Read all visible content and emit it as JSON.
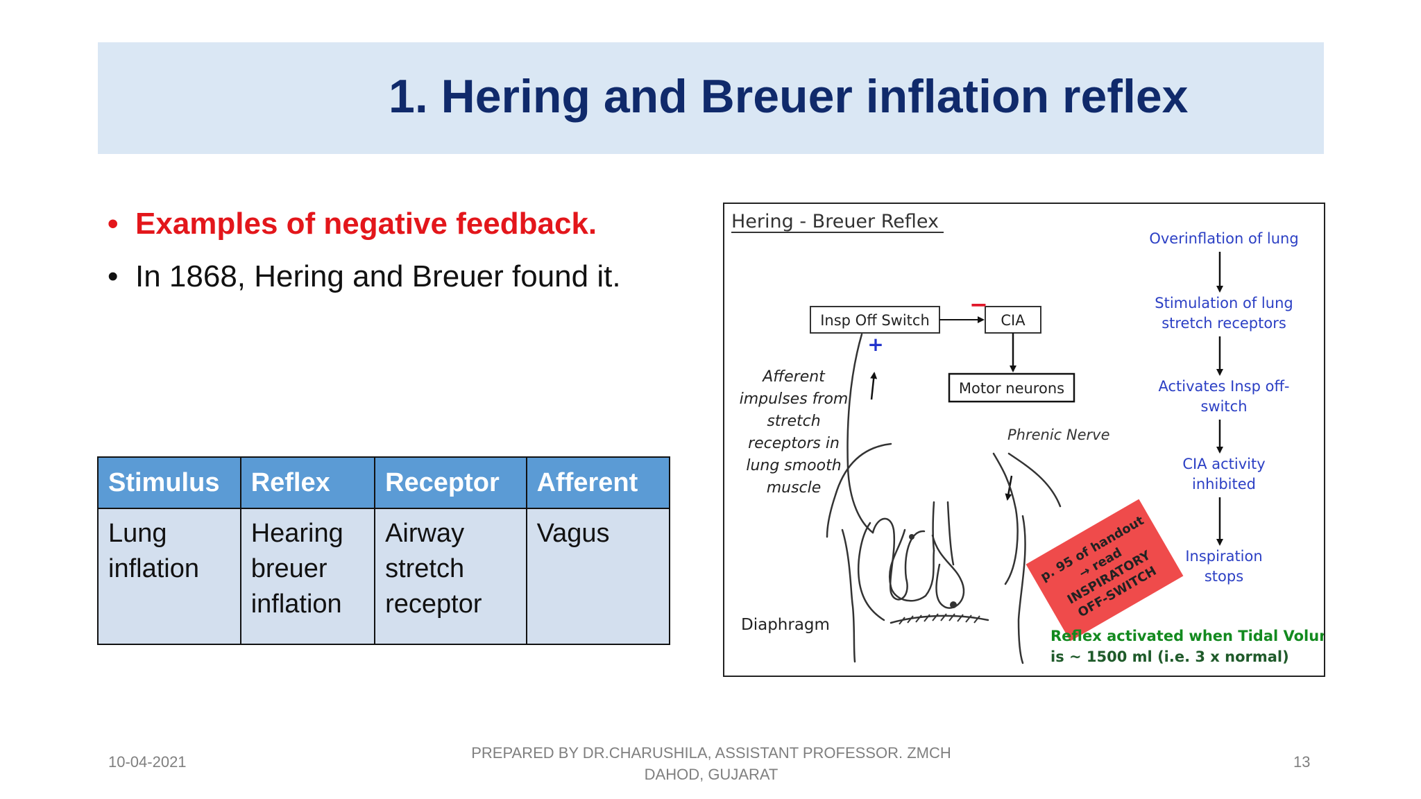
{
  "slide": {
    "title": "1.  Hering and Breuer inflation reflex",
    "bullets": [
      "Examples of negative feedback.",
      "In 1868, Hering and Breuer found it."
    ],
    "bullet_glyph": "•"
  },
  "table": {
    "headers": [
      "Stimulus",
      "Reflex",
      "Receptor",
      "Afferent"
    ],
    "rows": [
      [
        "Lung\ninflation",
        "Hearing\nbreuer\ninflation",
        "Airway\nstretch\nreceptor",
        "Vagus"
      ]
    ],
    "header_color": "#5b9bd5",
    "cell_color": "#d3dfee"
  },
  "diagram": {
    "heading": "Hering - Breuer  Reflex",
    "insp_off_switch": "Insp Off Switch",
    "cia": "CIA",
    "motor_neurons": "Motor neurons",
    "minus": "−",
    "plus": "+",
    "afferent_text": [
      "Afferent",
      "impulses from",
      "stretch",
      "receptors in",
      "lung smooth",
      "muscle"
    ],
    "phrenic_nerve": "Phrenic Nerve",
    "diaphragm": "Diaphragm",
    "flow": [
      [
        "Overinflation of lung"
      ],
      [
        "Stimulation of lung",
        "stretch receptors"
      ],
      [
        "Activates Insp off-",
        "switch"
      ],
      [
        "CIA activity",
        "inhibited"
      ],
      [
        "Inspiration",
        "stops"
      ]
    ],
    "stamp_lines": [
      "p. 95 of handout",
      "→ read",
      "INSPIRATORY",
      "OFF-SWITCH"
    ],
    "note_lines": [
      "Reflex activated when Tidal Volume",
      "is ~ 1500 ml (i.e. 3 x normal)"
    ],
    "flow_color": "#2b3fc4",
    "note_color": "#138a1f",
    "stamp_color": "#ef4b4b"
  },
  "footer": {
    "date": "10-04-2021",
    "credit_lines": [
      "PREPARED BY DR.CHARUSHILA, ASSISTANT PROFESSOR. ZMCH",
      "DAHOD, GUJARAT"
    ],
    "page": "13"
  }
}
